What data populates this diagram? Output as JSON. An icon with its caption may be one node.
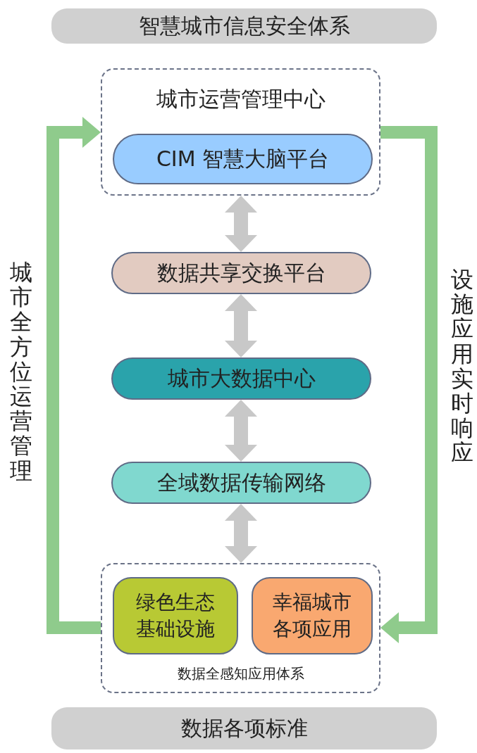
{
  "diagram": {
    "nodes": [
      {
        "text": [
          "智慧城市信息安全体系"
        ]
      },
      {
        "text": [
          "城市运营管理中心"
        ]
      },
      {
        "text": [
          "CIM 智慧大脑平台"
        ],
        "in": 1
      },
      {
        "text": [
          "数据共享交换平台"
        ]
      },
      {
        "text": [
          "城市大数据中心"
        ]
      },
      {
        "text": [
          "全域数据传输网络"
        ]
      },
      {
        "text": [
          "数据全感知应用体系"
        ]
      },
      {
        "text": [
          "绿色生态基础设施"
        ],
        "in": 6
      },
      {
        "text": [
          "幸福城市各项应用"
        ],
        "in": 6
      },
      {
        "text": [
          "数据各项标准"
        ]
      }
    ],
    "edges": [
      {
        "from": 1,
        "to": 3,
        "arrow": "both"
      },
      {
        "from": 3,
        "to": 4,
        "arrow": "both"
      },
      {
        "from": 4,
        "to": 5,
        "arrow": "both"
      },
      {
        "from": 5,
        "to": 6,
        "arrow": "both"
      },
      {
        "from": 6,
        "to": 1,
        "arrow": "to",
        "label": "城市全方位运营管理",
        "color": "#8fcb8c"
      },
      {
        "from": 1,
        "to": 6,
        "arrow": "to",
        "label": "设施应用实时响应",
        "color": "#8fcb8c"
      }
    ]
  }
}
